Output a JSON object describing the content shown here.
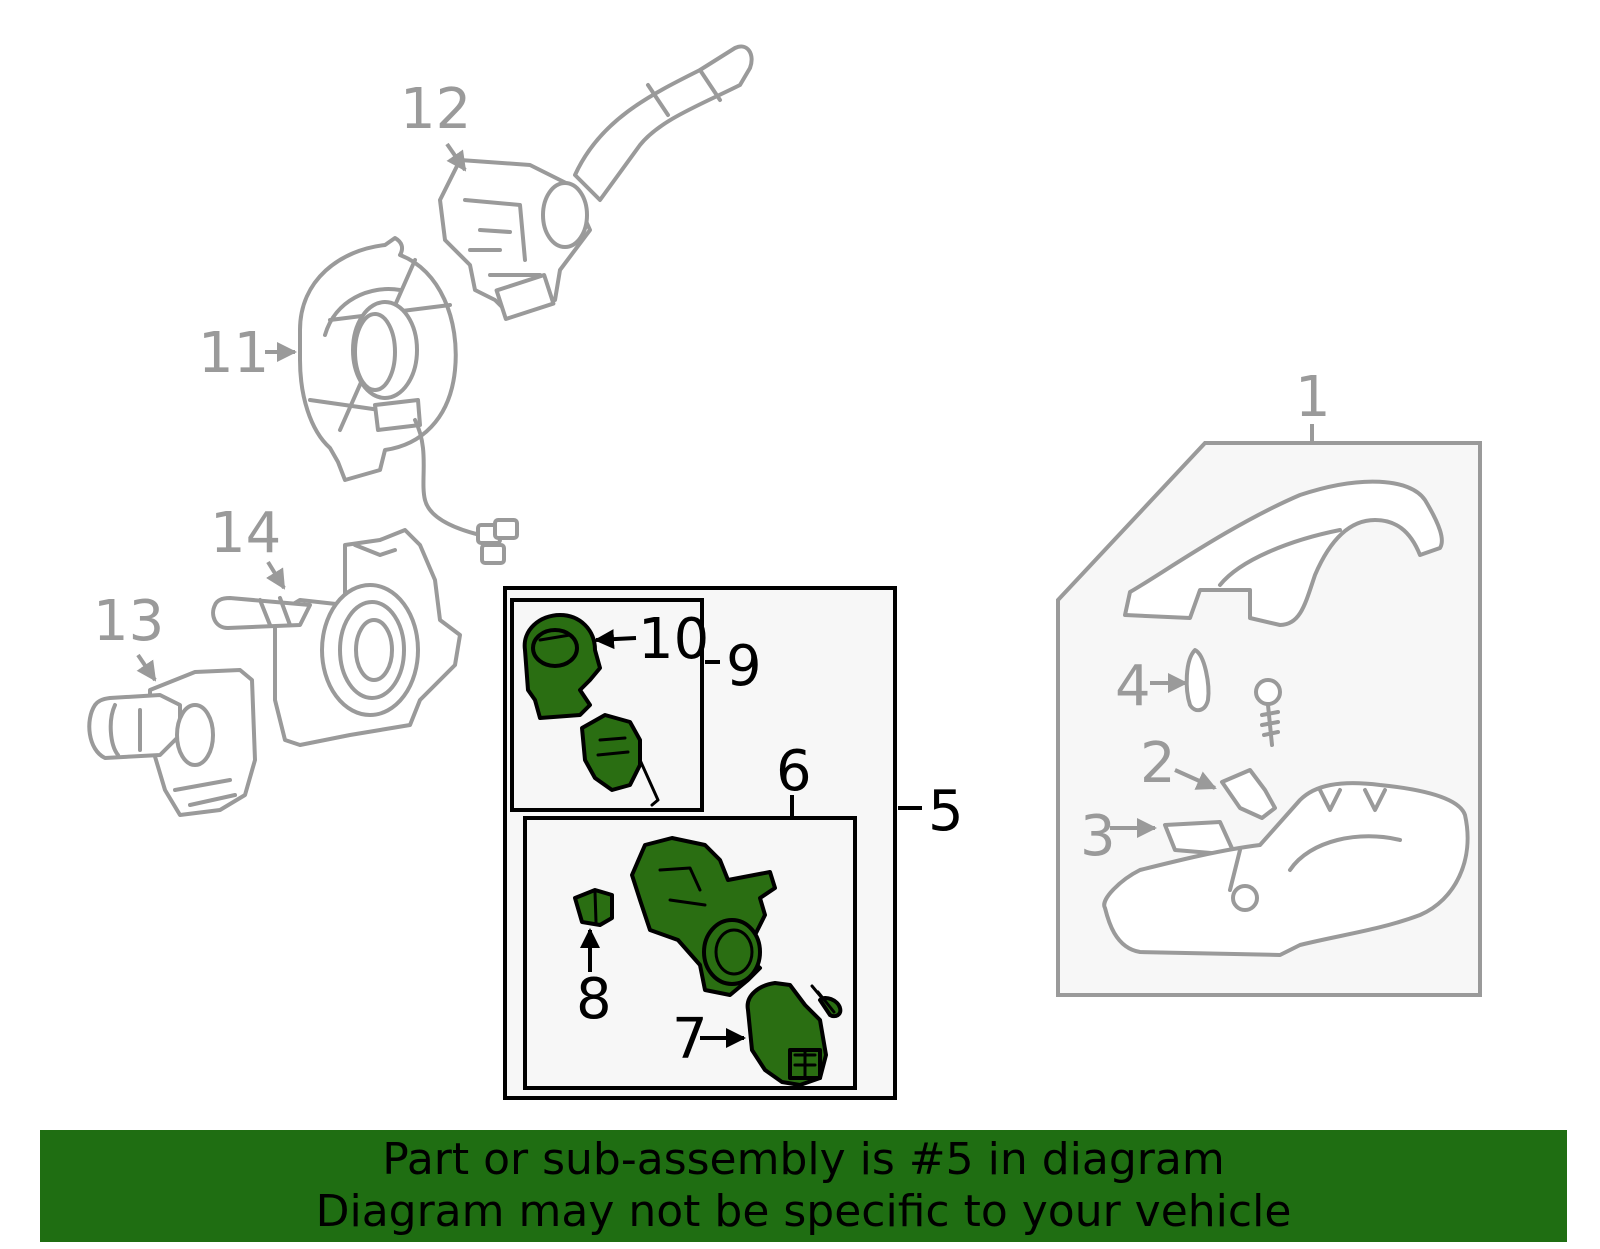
{
  "colors": {
    "highlight_part": "#2a6e12",
    "other_parts": "#9a9a9a",
    "banner_background": "#1f6e12",
    "banner_text": "#000000"
  },
  "callouts": {
    "c1": "1",
    "c2": "2",
    "c3": "3",
    "c4": "4",
    "c5": "5",
    "c6": "6",
    "c7": "7",
    "c8": "8",
    "c9": "9",
    "c10": "10",
    "c11": "11",
    "c12": "12",
    "c13": "13",
    "c14": "14"
  },
  "banner": {
    "line1": "Part or sub-assembly is #5 in diagram",
    "line2": "Diagram may not be specific to your vehicle"
  }
}
